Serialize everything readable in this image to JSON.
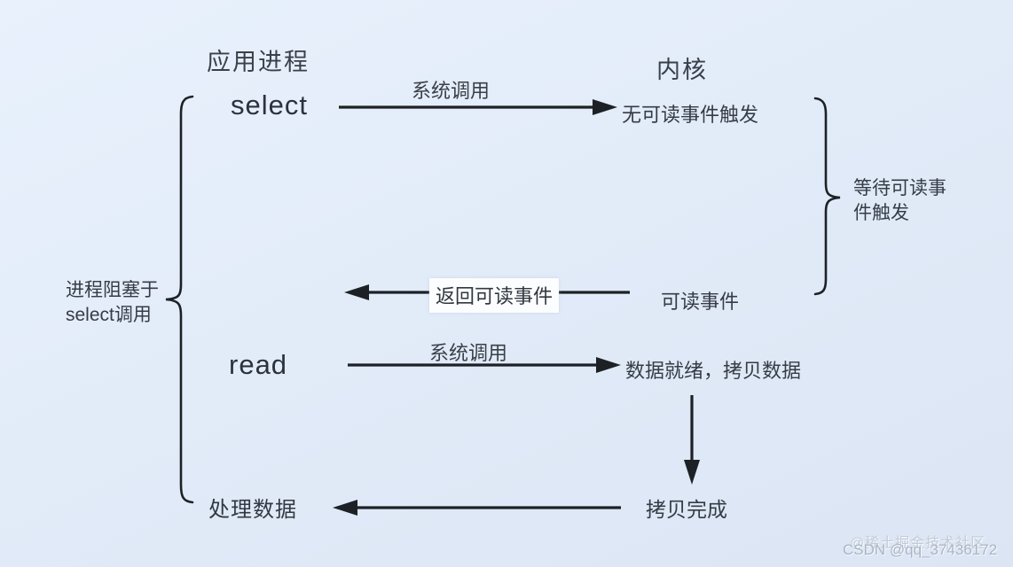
{
  "diagram": {
    "headers": {
      "application_process": "应用进程",
      "kernel": "内核"
    },
    "nodes": {
      "select": "select",
      "read": "read",
      "process_data": "处理数据",
      "no_readable_event": "无可读事件触发",
      "readable_event": "可读事件",
      "data_ready_copy": "数据就绪，拷贝数据",
      "copy_complete": "拷贝完成"
    },
    "edges": {
      "select_syscall": "系统调用",
      "read_syscall": "系统调用",
      "return_readable_event": "返回可读事件"
    },
    "annotations": {
      "blocked_line1": "进程阻塞于",
      "blocked_line2": "select调用",
      "waiting_line1": "等待可读事",
      "waiting_line2": "件触发"
    },
    "watermarks": {
      "juejin": "@稀土掘金技术社区",
      "csdn": "CSDN @qq_37436172"
    },
    "colors": {
      "text": "#3b414b",
      "stroke": "#1d2126",
      "background_start": "#e8f1fc",
      "background_end": "#dbe5f4",
      "label_highlight": "#fcfdfe",
      "watermark": "#b7c1d0"
    }
  }
}
